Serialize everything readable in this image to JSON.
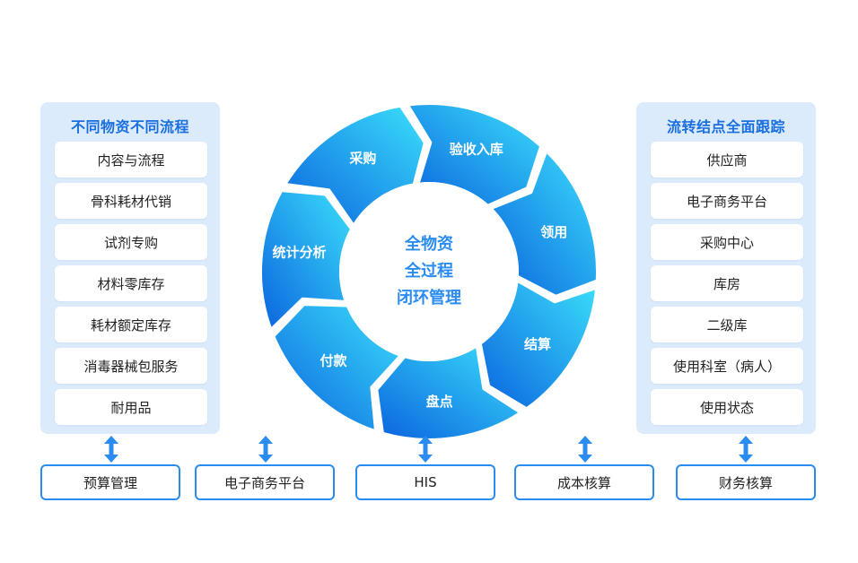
{
  "left_panel": {
    "title": "不同物资不同流程",
    "items": [
      "内容与流程",
      "骨科耗材代销",
      "试剂专购",
      "材料零库存",
      "耗材额定库存",
      "消毒器械包服务",
      "耐用品"
    ]
  },
  "right_panel": {
    "title": "流转结点全面跟踪",
    "items": [
      "供应商",
      "电子商务平台",
      "采购中心",
      "库房",
      "二级库",
      "使用科室（病人）",
      "使用状态"
    ]
  },
  "cycle": {
    "segments": [
      "采购",
      "验收入库",
      "领用",
      "结算",
      "盘点",
      "付款",
      "统计分析"
    ],
    "center": [
      "全物资",
      "全过程",
      "闭环管理"
    ]
  },
  "bottom": [
    "预算管理",
    "电子商务平台",
    "HIS",
    "成本核算",
    "财务核算"
  ],
  "colors": {
    "accent": "#2a8cf0",
    "panel_bg": "#dcebfb",
    "title": "#1a6fe0"
  },
  "icons": {
    "connector": "double-headed-arrow-icon"
  }
}
